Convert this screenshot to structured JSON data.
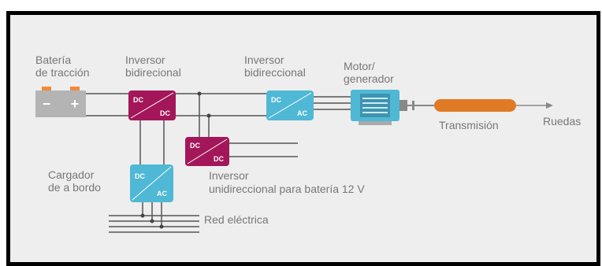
{
  "labels": {
    "battery": [
      "Batería",
      "de tracción"
    ],
    "inverter_bidir_dc": [
      "Inversor",
      "bidirecional"
    ],
    "inverter_bidir_ac": [
      "Inversor",
      "bidireccional"
    ],
    "motor": [
      "Motor/",
      "generador"
    ],
    "transmission": "Transmisión",
    "wheels": "Ruedas",
    "charger": [
      "Cargador",
      "de a bordo"
    ],
    "inverter_unidir": [
      "Inversor",
      "unidireccional para batería 12 V"
    ],
    "grid": "Red eléctrica"
  },
  "blocks": {
    "dc_dc_main": [
      "DC",
      "DC"
    ],
    "dc_ac_main": [
      "DC",
      "AC"
    ],
    "dc_dc_12v": [
      "DC",
      "DC"
    ],
    "dc_ac_charger": [
      "DC",
      "AC"
    ]
  },
  "battery_symbols": {
    "minus": "−",
    "plus": "+"
  },
  "colors": {
    "magenta": "#a3165a",
    "cyan": "#4fb8d5",
    "orange": "#e07a24",
    "battery_gray": "#b4b4b4",
    "battery_terminal": "#f08a3a",
    "line": "#555555",
    "background": "#eeeeee",
    "border": "#000000"
  }
}
